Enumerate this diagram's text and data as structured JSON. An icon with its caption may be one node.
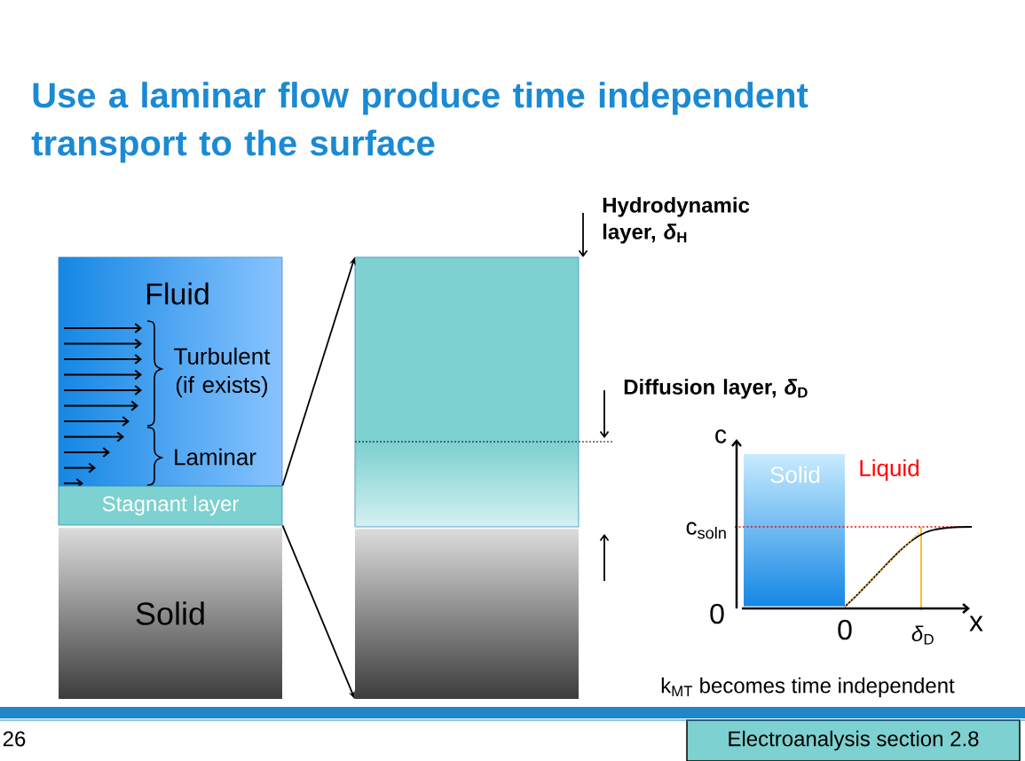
{
  "diagram": {
    "title": "Use a laminar flow produce time independent transport to the surface",
    "nodes": [
      {
        "text": [
          "Fluid",
          "Turbulent (if exists)",
          "Laminar"
        ]
      },
      {
        "text": [
          "Stagnant layer"
        ]
      },
      {
        "text": [
          "Solid"
        ]
      },
      {
        "text": [],
        "shape": "box"
      },
      {
        "text": [
          "Solid"
        ]
      },
      {
        "text": [
          "Electroanalysis section 2.8"
        ]
      }
    ],
    "edges": [
      {
        "from": 1,
        "to": 3,
        "arrow": "to"
      },
      {
        "from": 1,
        "to": 3,
        "arrow": "to"
      }
    ],
    "labels": [
      "Hydrodynamic layer, *δ*$_{H}$",
      "Diffusion layer, *δ*$_{D}$",
      "c",
      "Liquid",
      "c$_{soln}$",
      "0",
      "0",
      "*δ*$_{D}$",
      "x",
      "k$_{MT}$ becomes time independent",
      "26"
    ]
  }
}
